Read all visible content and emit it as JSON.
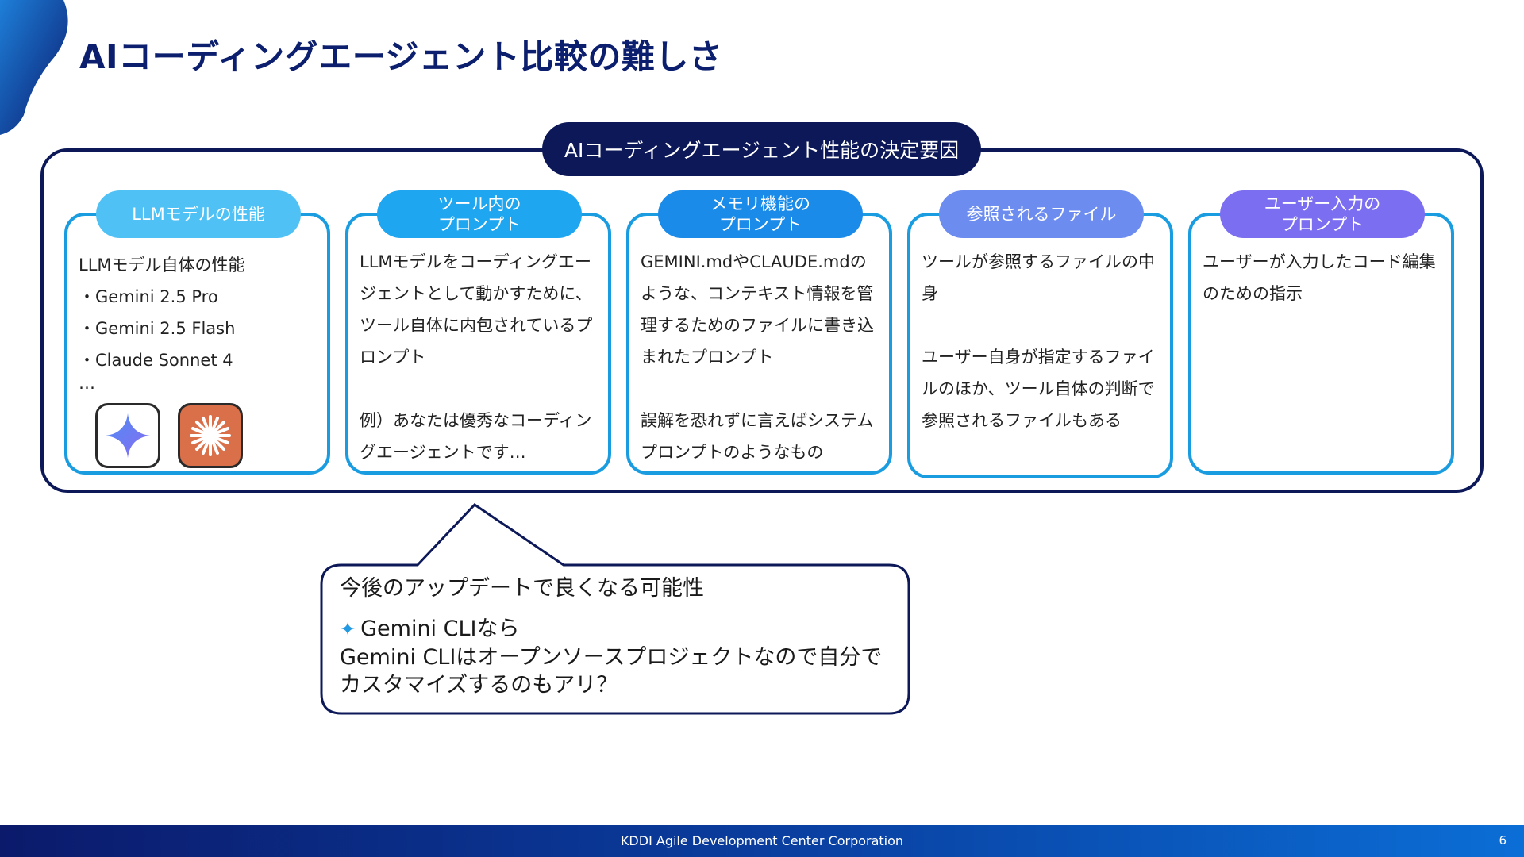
{
  "slide": {
    "title": "AIコーディングエージェント比較の難しさ",
    "frame_title": "AIコーディングエージェント性能の決定要因",
    "colors": {
      "navy": "#0c1858",
      "title_blue": "#0c1f6e",
      "card_border": "#1a9ce0",
      "pill1": "#4fc1f5",
      "pill2": "#1fa6f0",
      "pill3": "#1a8be8",
      "pill4": "#6c8cf0",
      "pill5": "#7b6ef0",
      "sparkle": "#2299e0"
    }
  },
  "cards": [
    {
      "pill": "LLMモデルの性能",
      "intro": "LLMモデル自体の性能",
      "models": [
        "・Gemini 2.5 Pro",
        "・Gemini 2.5 Flash",
        "・Claude Sonnet 4"
      ],
      "more": "…",
      "logos": [
        "gemini-sparkle-icon",
        "claude-burst-icon"
      ]
    },
    {
      "pill": "ツール内の\nプロンプト",
      "text1": "LLMモデルをコーディングエージェントとして動かすために、ツール自体に内包されているプロンプト",
      "text2": "例）あなたは優秀なコーディングエージェントです…"
    },
    {
      "pill": "メモリ機能の\nプロンプト",
      "text1": "GEMINI.mdやCLAUDE.mdのような、コンテキスト情報を管理するためのファイルに書き込まれたプロンプト",
      "text2": "誤解を恐れずに言えばシステムプロンプトのようなもの"
    },
    {
      "pill": "参照されるファイル",
      "text1": "ツールが参照するファイルの中身",
      "text2": "ユーザー自身が指定するファイルのほか、ツール自体の判断で参照されるファイルもある"
    },
    {
      "pill": "ユーザー入力の\nプロンプト",
      "text1": "ユーザーが入力したコード編集のための指示"
    }
  ],
  "callout": {
    "heading": "今後のアップデートで良くなる可能性",
    "sparkle_icon": "sparkle-icon",
    "line1": "Gemini CLIなら",
    "line2": "Gemini CLIはオープンソースプロジェクトなので自分でカスタマイズするのもアリ？"
  },
  "footer": {
    "company": "KDDI Agile Development Center Corporation",
    "page": "6"
  }
}
